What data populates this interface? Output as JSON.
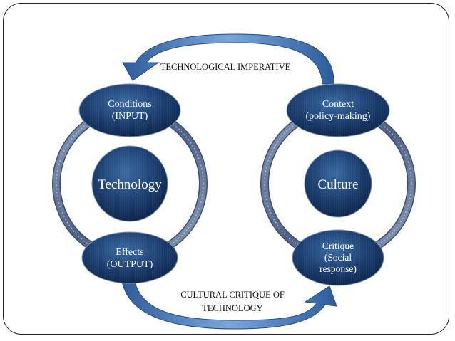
{
  "labels": {
    "top_arrow": "TECHNOLOGICAL IMPERATIVE",
    "bottom_arrow_line1": "CULTURAL CRITIQUE OF",
    "bottom_arrow_line2": "TECHNOLOGY"
  },
  "left_cycle": {
    "center": "Technology",
    "top_node": [
      "Conditions",
      "(INPUT)"
    ],
    "bottom_node": [
      "Effects",
      "(OUTPUT)"
    ]
  },
  "right_cycle": {
    "center": "Culture",
    "top_node": [
      "Context",
      "(policy-making)"
    ],
    "bottom_node": [
      "Critique",
      "(Social",
      "response)"
    ]
  },
  "colors": {
    "node_fill_light": "#2f5a8e",
    "node_fill_dark": "#0f2a52",
    "ring": "#5b6f8f",
    "arrow_light": "#6e9bd1",
    "arrow_dark": "#2d5c9a"
  }
}
